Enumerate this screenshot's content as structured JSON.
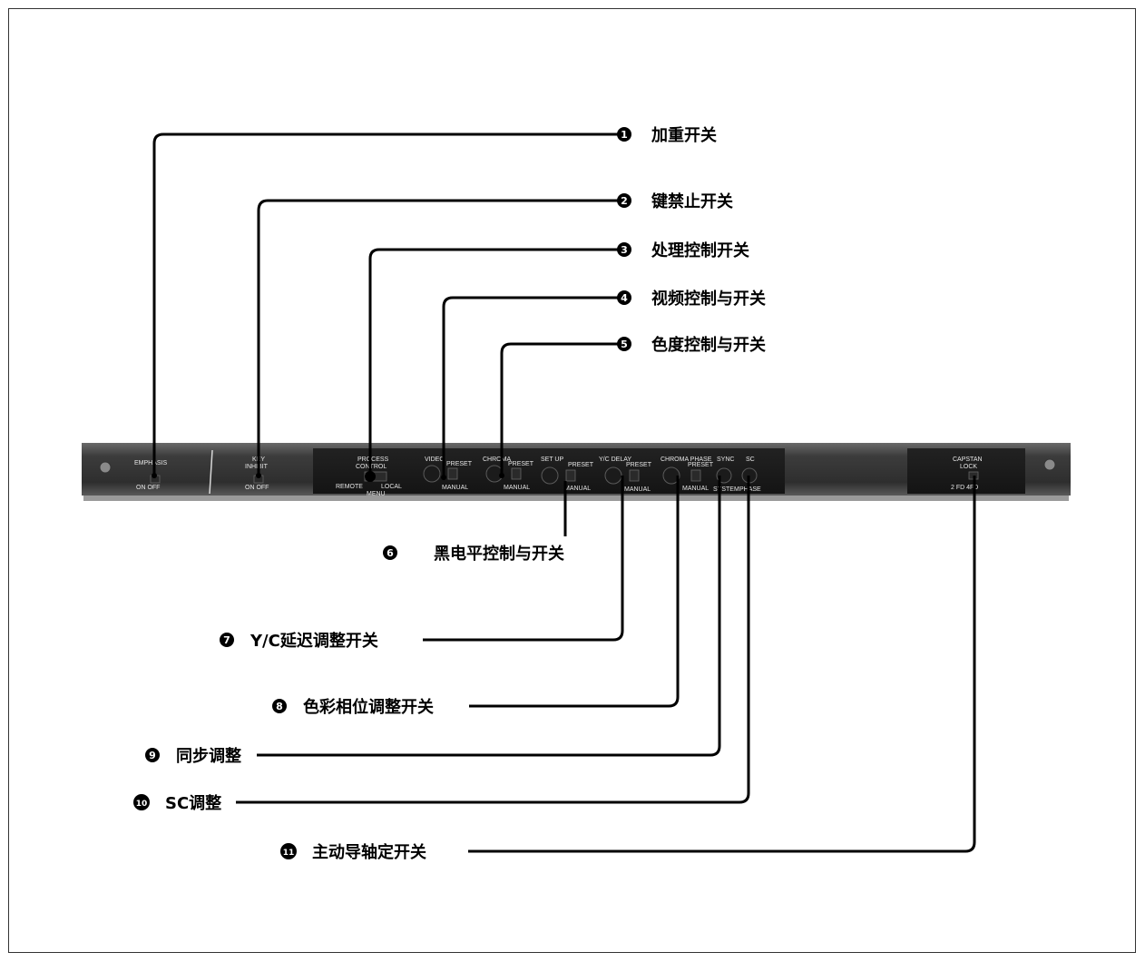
{
  "panel": {
    "sections": {
      "emphasis": {
        "title": "EMPHASIS",
        "sub": "ON  OFF"
      },
      "key_inhibit": {
        "title_1": "KEY",
        "title_2": "INHIBIT",
        "sub": "ON  OFF"
      },
      "process_control": {
        "title_1": "PROCESS",
        "title_2": "CONTROL",
        "sub_left": "REMOTE",
        "sub_right": "LOCAL",
        "sub_bottom": "MENU"
      },
      "video": {
        "title": "VIDEO",
        "preset": "PRESET",
        "manual": "MANUAL"
      },
      "chroma": {
        "title": "CHROMA",
        "preset": "PRESET",
        "manual": "MANUAL"
      },
      "setup": {
        "title": "SET UP",
        "preset": "PRESET",
        "manual": "MANUAL"
      },
      "yc_delay": {
        "title": "Y/C DELAY",
        "preset": "PRESET",
        "manual": "MANUAL"
      },
      "chroma_phase": {
        "title": "CHROMA PHASE",
        "preset": "PRESET",
        "manual": "MANUAL"
      },
      "sync": {
        "title": "SYNC",
        "sub": "SYSTEM"
      },
      "sc": {
        "title": "SC",
        "sub": "PHASE"
      },
      "capstan": {
        "title_1": "CAPSTAN",
        "title_2": "LOCK",
        "sub": "2 FD   4FD"
      }
    }
  },
  "callouts": [
    {
      "num": "1",
      "text": "加重开关"
    },
    {
      "num": "2",
      "text": "键禁止开关"
    },
    {
      "num": "3",
      "text": "处理控制开关"
    },
    {
      "num": "4",
      "text": "视频控制与开关"
    },
    {
      "num": "5",
      "text": "色度控制与开关"
    },
    {
      "num": "6",
      "text": "黑电平控制与开关"
    },
    {
      "num": "7",
      "text": "Y/C延迟调整开关"
    },
    {
      "num": "8",
      "text": "色彩相位调整开关"
    },
    {
      "num": "9",
      "text": "同步调整"
    },
    {
      "num": "10",
      "text": "SC调整"
    },
    {
      "num": "11",
      "text": "主动导轴定开关"
    }
  ],
  "colors": {
    "panel": "#3a3a3a",
    "panel_dark": "#151515",
    "line": "#000000"
  }
}
